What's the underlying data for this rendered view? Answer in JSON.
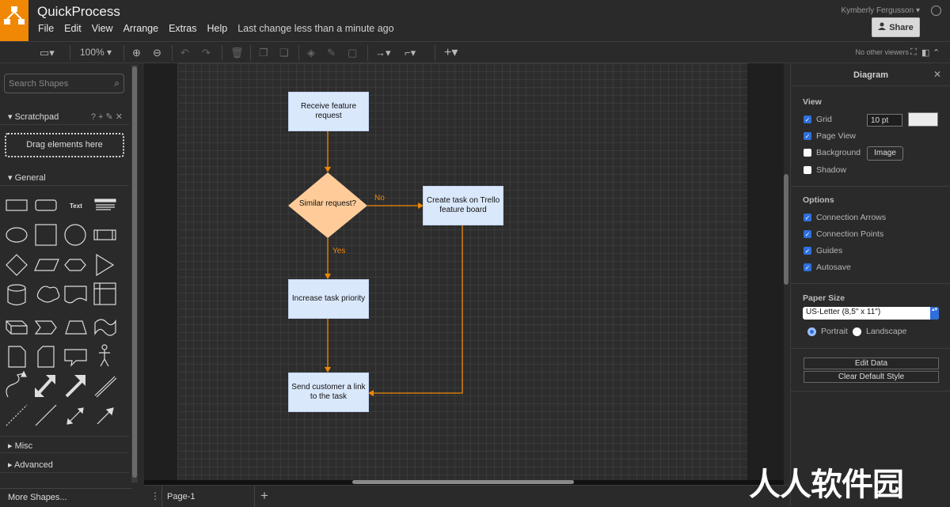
{
  "header": {
    "app_title": "QuickProcess",
    "menu": [
      "File",
      "Edit",
      "View",
      "Arrange",
      "Extras",
      "Help"
    ],
    "last_change": "Last change less than a minute ago",
    "user": "Kymberly Fergusson",
    "share_label": "Share",
    "brand_color": "#f08705"
  },
  "toolbar": {
    "zoom": "100%",
    "no_viewers": "No other viewers"
  },
  "sidebar": {
    "search_placeholder": "Search Shapes",
    "scratchpad_label": "Scratchpad",
    "scratchpad_drop": "Drag elements here",
    "general_label": "General",
    "text_shape_label": "Text",
    "misc_label": "Misc",
    "advanced_label": "Advanced",
    "more_shapes": "More Shapes..."
  },
  "diagram": {
    "nodes": {
      "receive": "Receive feature request",
      "similar": "Similar request?",
      "trello": "Create task on Trello feature board",
      "priority": "Increase task priority",
      "send": "Send customer a link to the task"
    },
    "labels": {
      "no": "No",
      "yes": "Yes"
    },
    "colors": {
      "process": "#dae8fc",
      "decision": "#ffcc99",
      "edge": "#f08705"
    }
  },
  "pages": {
    "current": "Page-1"
  },
  "panel": {
    "title": "Diagram",
    "view_label": "View",
    "grid": "Grid",
    "grid_size": "10 pt",
    "page_view": "Page View",
    "background": "Background",
    "image_button": "Image",
    "shadow": "Shadow",
    "options_label": "Options",
    "connection_arrows": "Connection Arrows",
    "connection_points": "Connection Points",
    "guides": "Guides",
    "autosave": "Autosave",
    "paper_size_label": "Paper Size",
    "paper_size": "US-Letter (8,5\" x 11\")",
    "portrait": "Portrait",
    "landscape": "Landscape",
    "edit_data": "Edit Data",
    "clear_style": "Clear Default Style"
  },
  "watermark": "人人软件园"
}
